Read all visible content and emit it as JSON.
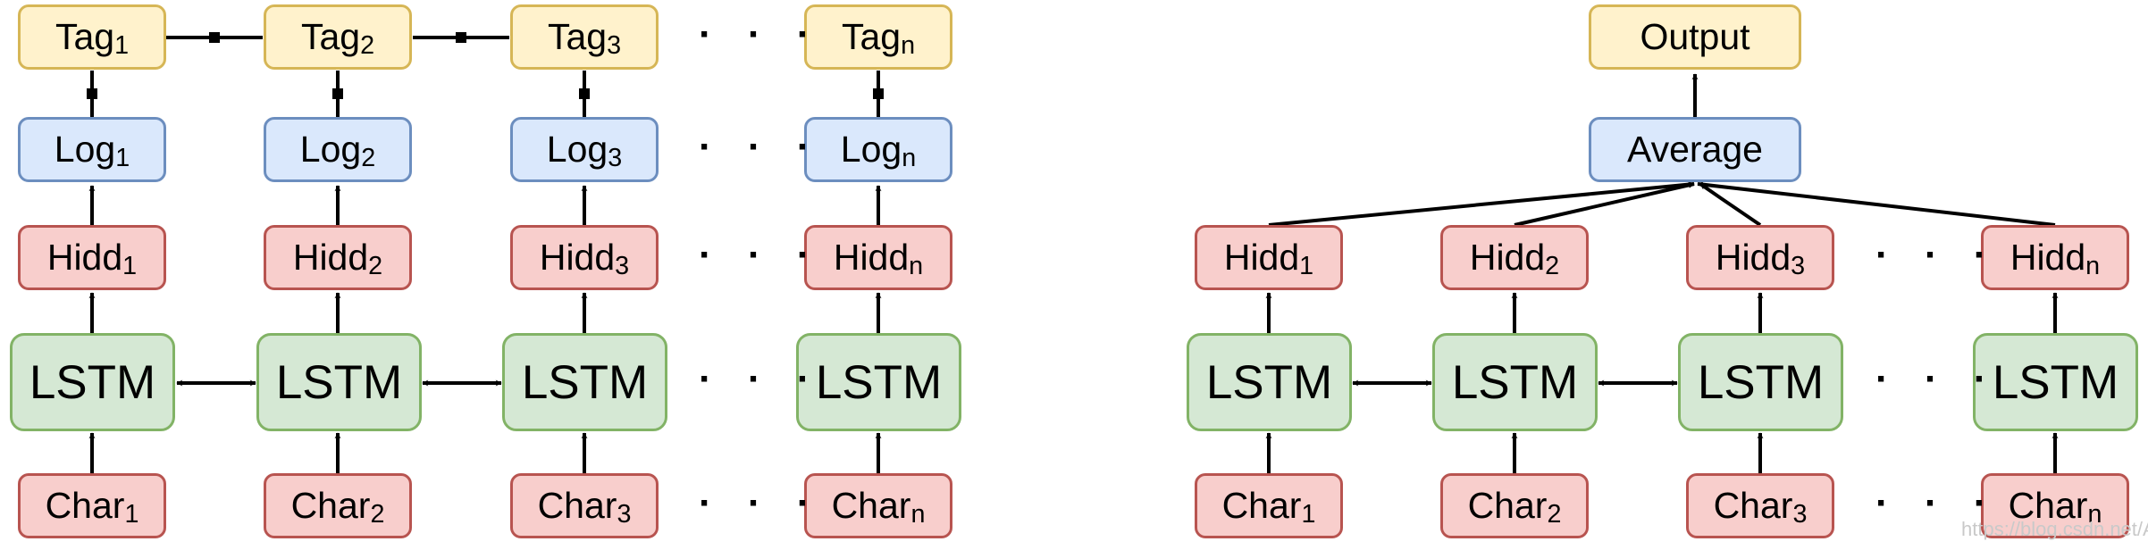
{
  "left_panel": {
    "tag_base": "Tag",
    "log_base": "Log",
    "hidd_base": "Hidd",
    "lstm": "LSTM",
    "char_base": "Char",
    "subscripts": [
      "1",
      "2",
      "3",
      "n"
    ],
    "ellipsis": "· · ·"
  },
  "right_panel": {
    "output": "Output",
    "average": "Average",
    "hidd_base": "Hidd",
    "lstm": "LSTM",
    "char_base": "Char",
    "subscripts": [
      "1",
      "2",
      "3",
      "n"
    ],
    "ellipsis": "· · ·"
  },
  "watermark": "https://blog.csdn.net/AI_Girl",
  "colors": {
    "tag_fill": "#fff2cc",
    "tag_border": "#d6b656",
    "log_fill": "#dae8fc",
    "log_border": "#6c8ebf",
    "hidd_fill": "#f8cecc",
    "hidd_border": "#b85450",
    "lstm_fill": "#d5e8d4",
    "lstm_border": "#82b366"
  }
}
